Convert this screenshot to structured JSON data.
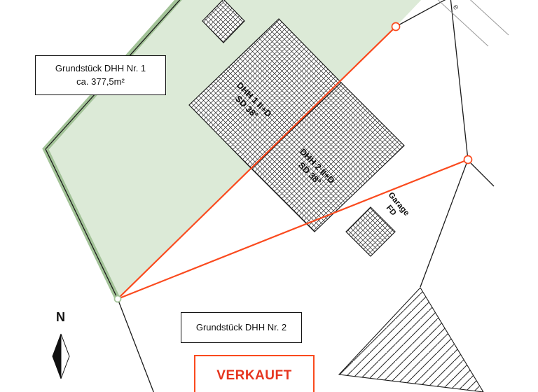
{
  "colors": {
    "accent_orange": "#fa4a1e",
    "verkauft_red": "#e6351f",
    "plot_green_fill": "#dcead7",
    "plot_green_band": "#a3c398",
    "hatch_line": "#2e2e2e",
    "boundary_black": "#1b1b1b",
    "street_gray": "#999999"
  },
  "plot1": {
    "label_line1": "Grundstück DHH Nr. 1",
    "label_line2": "ca. 377,5m²"
  },
  "plot2": {
    "label": "Grundstück DHH Nr. 2",
    "status_label": "VERKAUFT"
  },
  "buildings": {
    "dhh1": {
      "line1": "DHH 1 II+D",
      "line2": "SD 38°"
    },
    "dhh2": {
      "line1": "DHH 2 II+D",
      "line2": "SD 38°"
    },
    "garage": {
      "line1": "Garage",
      "line2": "FD"
    }
  },
  "compass": {
    "label": "N"
  },
  "street": {
    "partial_label": "e"
  }
}
